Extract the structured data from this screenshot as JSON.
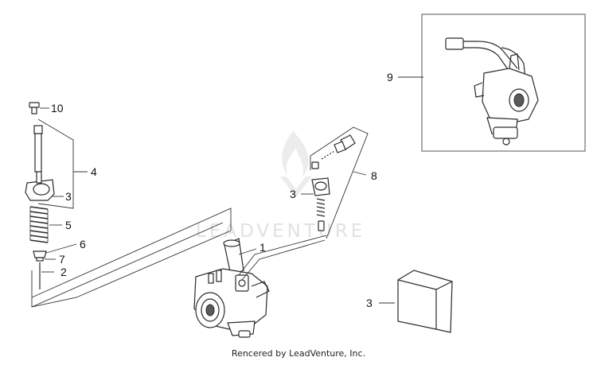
{
  "diagram": {
    "watermark": "LEADVENTURE",
    "credit": "Rencered by LeadVenture, Inc.",
    "callouts": [
      {
        "id": "c1",
        "label": "1"
      },
      {
        "id": "c2",
        "label": "2"
      },
      {
        "id": "c3a",
        "label": "3"
      },
      {
        "id": "c3b",
        "label": "3"
      },
      {
        "id": "c3c",
        "label": "3"
      },
      {
        "id": "c4",
        "label": "4"
      },
      {
        "id": "c5",
        "label": "5"
      },
      {
        "id": "c6",
        "label": "6"
      },
      {
        "id": "c7",
        "label": "7"
      },
      {
        "id": "c8",
        "label": "8"
      },
      {
        "id": "c9",
        "label": "9"
      },
      {
        "id": "c10",
        "label": "10"
      }
    ]
  }
}
